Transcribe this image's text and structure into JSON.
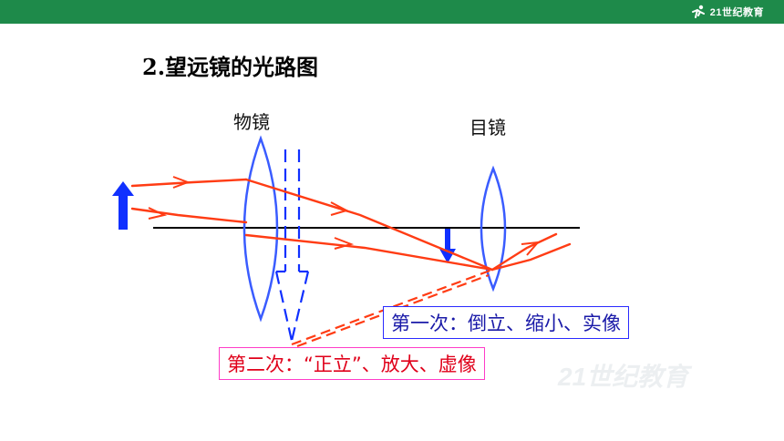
{
  "header": {
    "brand_text": "21世纪教育",
    "bar_color": "#1e8a4a"
  },
  "slide": {
    "title": "2.望远镜的光路图"
  },
  "diagram": {
    "objective_label": "物镜",
    "eyepiece_label": "目镜",
    "first_note": "第一次：倒立、缩小、实像",
    "second_note": "第二次：“正立”、放大、虚像",
    "colors": {
      "lens": "#3a5cff",
      "ray": "#ff3c14",
      "object_arrow": "#1030ff",
      "axis": "#000000",
      "first_note_border": "#2a2aff",
      "second_note_border": "#ff3cc8"
    }
  },
  "watermark": {
    "text": "21世纪教育"
  }
}
